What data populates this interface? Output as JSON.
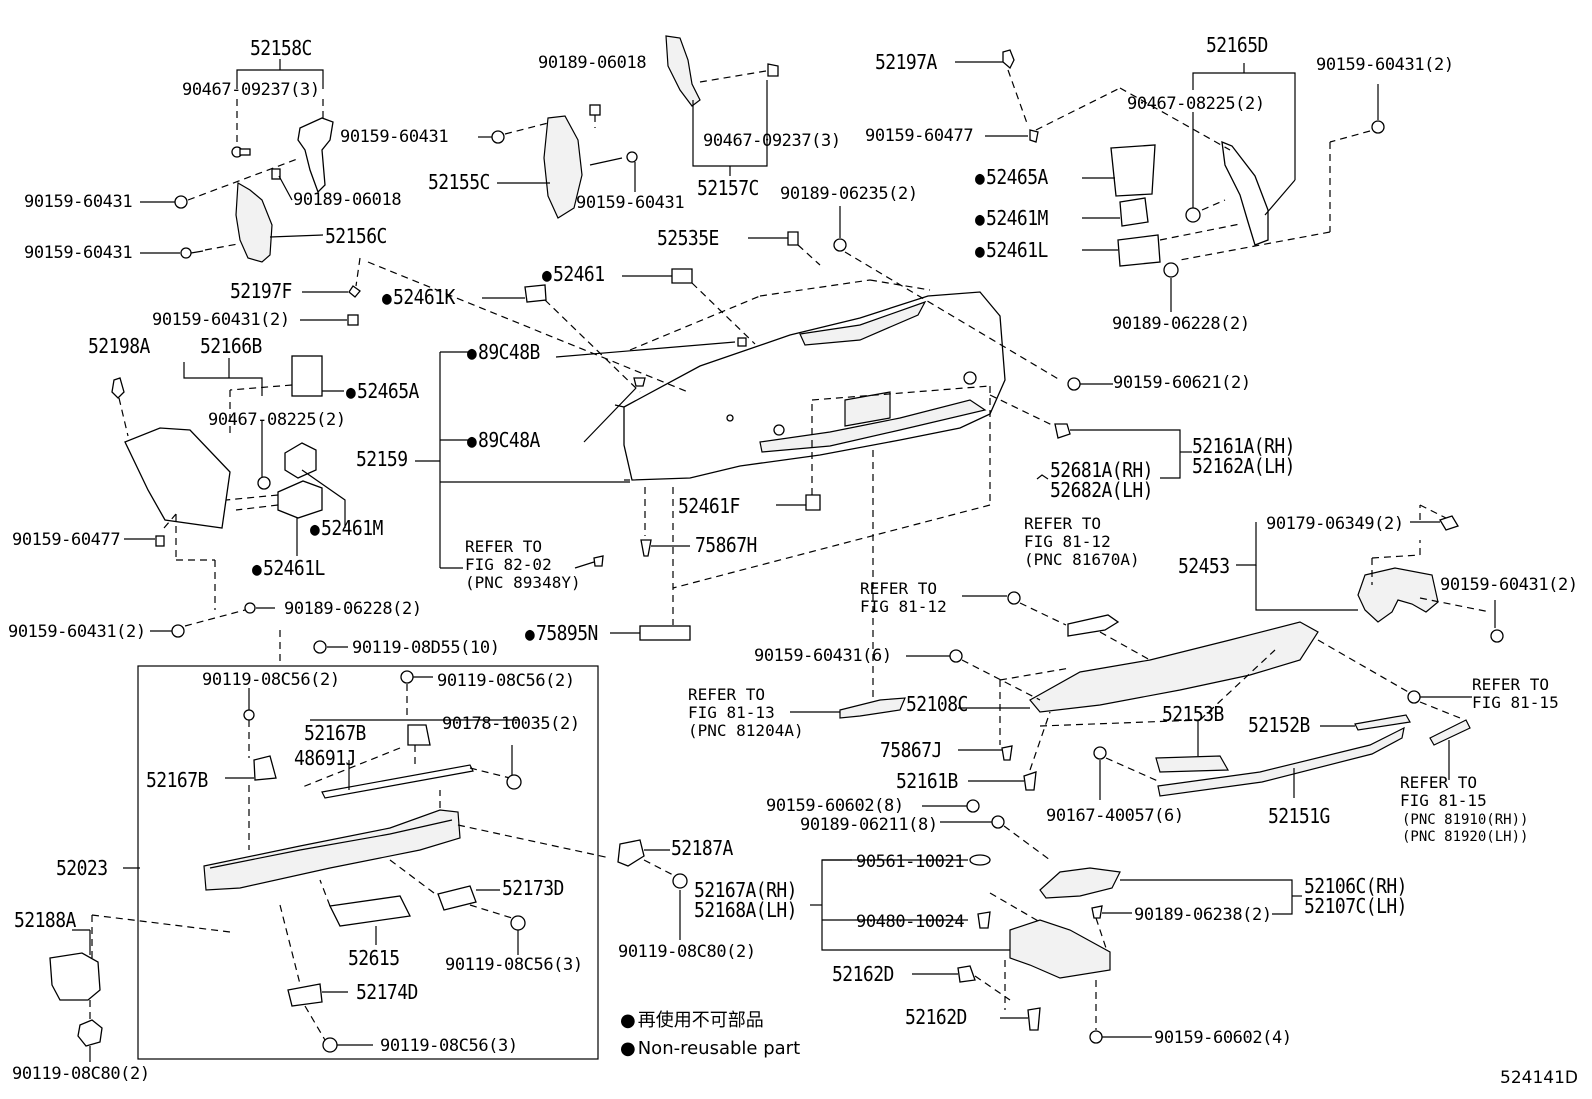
{
  "labels": {
    "p52158C": "52158C",
    "p90467_09237_3_a": "90467-09237(3)",
    "p90159_60431_a": "90159-60431",
    "p90189_06018_a": "90189-06018",
    "p90159_60431_b": "90159-60431",
    "p52156C": "52156C",
    "p52197F": "52197F",
    "p90159_60431_2_a": "90159-60431(2)",
    "p52198A": "52198A",
    "p52166B": "52166B",
    "p52465A_l": "52465A",
    "p90467_08225_2_l": "90467-08225(2)",
    "p90159_60477_l": "90159-60477",
    "p52461M_l": "52461M",
    "p52461L_l": "52461L",
    "p90159_60431_2_b": "90159-60431(2)",
    "p90189_06228_2_l": "90189-06228(2)",
    "p90119_08D55_10": "90119-08D55(10)",
    "p90189_06018_t": "90189-06018",
    "p90159_60431_c": "90159-60431",
    "p52155C": "52155C",
    "p90159_60431_d": "90159-60431",
    "p90467_09237_3_b": "90467-09237(3)",
    "p52157C": "52157C",
    "p52197A": "52197A",
    "p90159_60477_r": "90159-60477",
    "p52165D": "52165D",
    "p90467_08225_2_r": "90467-08225(2)",
    "p90159_60431_2_c": "90159-60431(2)",
    "p52465A_r": "52465A",
    "p52461M_r": "52461M",
    "p52461L_r": "52461L",
    "p90189_06228_2_r": "90189-06228(2)",
    "p90189_06235_2": "90189-06235(2)",
    "p52535E": "52535E",
    "p52461": "52461",
    "p52461K": "52461K",
    "p89C48B": "89C48B",
    "p89C48A": "89C48A",
    "p52159": "52159",
    "p90159_60621_2": "90159-60621(2)",
    "p52161A": "52161A(RH)",
    "p52162A": "52162A(LH)",
    "p52681A": "52681A(RH)",
    "p52682A": "52682A(LH)",
    "p52461F": "52461F",
    "p75867H": "75867H",
    "p75895N": "75895N",
    "p90179_06349_2": "90179-06349(2)",
    "p52453": "52453",
    "p90159_60431_2_d": "90159-60431(2)",
    "p90159_60431_6": "90159-60431(6)",
    "p52108C": "52108C",
    "p75867J": "75867J",
    "p52161B": "52161B",
    "p90159_60602_8": "90159-60602(8)",
    "p90189_06211_8": "90189-06211(8)",
    "p52153B": "52153B",
    "p52152B": "52152B",
    "p90167_40057_6": "90167-40057(6)",
    "p52151G": "52151G",
    "p90119_08C56_2_a": "90119-08C56(2)",
    "p90119_08C56_2_b": "90119-08C56(2)",
    "p52167B_a": "52167B",
    "p90178_10035_2": "90178-10035(2)",
    "p48691J": "48691J",
    "p52167B_b": "52167B",
    "p52023": "52023",
    "p52187A": "52187A",
    "p52173D": "52173D",
    "p52188A": "52188A",
    "p52615": "52615",
    "p90119_08C56_3_a": "90119-08C56(3)",
    "p90119_08C80_2_a": "90119-08C80(2)",
    "p52174D": "52174D",
    "p90119_08C56_3_b": "90119-08C56(3)",
    "p90119_08C80_2_b": "90119-08C80(2)",
    "p90561_10021": "90561-10021",
    "p52167A": "52167A(RH)",
    "p52168A": "52168A(LH)",
    "p90480_10024": "90480-10024",
    "p52106C": "52106C(RH)",
    "p52107C": "52107C(LH)",
    "p90189_06238_2": "90189-06238(2)",
    "p52162D_a": "52162D",
    "p52162D_b": "52162D",
    "p90159_60602_4": "90159-60602(4)"
  },
  "refs": {
    "r82_02": "REFER TO\nFIG 82-02\n(PNC 89348Y)",
    "r81_12a": "REFER TO\nFIG 81-12\n(PNC 81670A)",
    "r81_12b": "REFER TO\nFIG 81-12",
    "r81_13": "REFER TO\nFIG 81-13\n(PNC 81204A)",
    "r81_15a": "REFER TO\nFIG 81-15",
    "r81_15b": "REFER TO\nFIG 81-15",
    "r81_15b_pnc": "(PNC 81910(RH))\n(PNC 81920(LH))"
  },
  "legend": {
    "jp": "再使用不可部品",
    "en": "Non-reusable part"
  },
  "figure_code": "524141D"
}
